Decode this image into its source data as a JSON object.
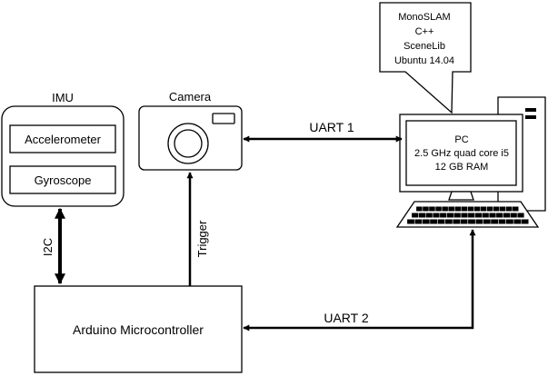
{
  "imu": {
    "title": "IMU",
    "accelerometer": "Accelerometer",
    "gyroscope": "Gyroscope"
  },
  "camera": {
    "title": "Camera"
  },
  "pc": {
    "line1": "PC",
    "line2": "2.5 GHz quad core i5",
    "line3": "12 GB RAM"
  },
  "callout": {
    "line1": "MonoSLAM",
    "line2": "C++",
    "line3": "SceneLib",
    "line4": "Ubuntu 14.04"
  },
  "links": {
    "uart1": "UART 1",
    "uart2": "UART 2",
    "i2c": "I2C",
    "trigger": "Trigger"
  },
  "arduino": {
    "label": "Arduino Microcontroller"
  },
  "colors": {
    "stroke": "#000000",
    "background": "#ffffff",
    "screen_inner": "#ffffff"
  },
  "icons": [
    "camera-icon",
    "computer-icon",
    "keyboard-icon"
  ]
}
